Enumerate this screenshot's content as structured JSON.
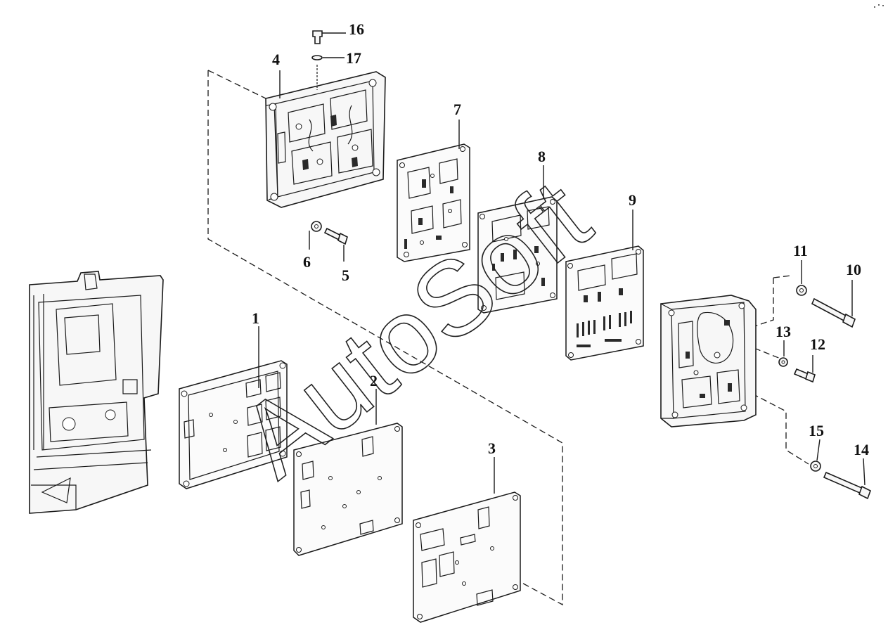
{
  "diagram": {
    "callouts": [
      "1",
      "2",
      "3",
      "4",
      "5",
      "6",
      "7",
      "8",
      "9",
      "10",
      "11",
      "12",
      "13",
      "14",
      "15",
      "16",
      "17"
    ],
    "watermark": "AutoSoft"
  }
}
